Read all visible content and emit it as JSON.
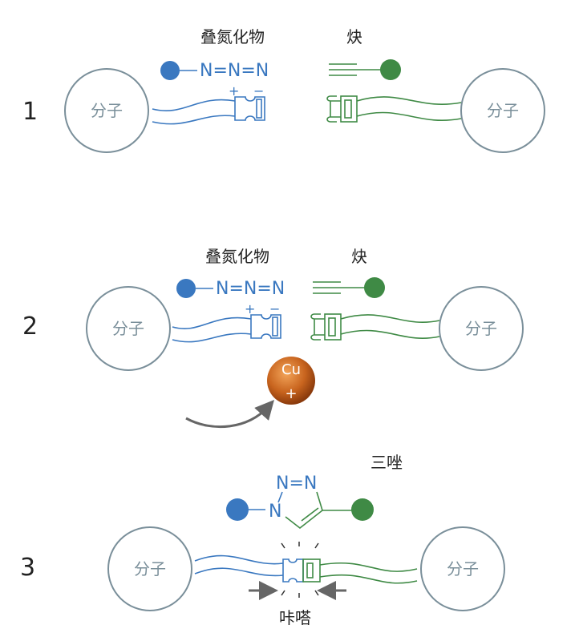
{
  "colors": {
    "azide": "#3a78c0",
    "alkyne": "#3f8a45",
    "molecule": "#7a8f9a",
    "copper": "#c8641e"
  },
  "steps": [
    {
      "number": "1",
      "azide_title": "叠氮化物",
      "alkyne_title": "炔",
      "azide_formula": "N=N=N",
      "plus": "+",
      "minus": "−",
      "left_molecule": "分子",
      "right_molecule": "分子"
    },
    {
      "number": "2",
      "azide_title": "叠氮化物",
      "alkyne_title": "炔",
      "azide_formula": "N=N=N",
      "plus": "+",
      "minus": "−",
      "left_molecule": "分子",
      "right_molecule": "分子",
      "catalyst": "Cu",
      "catalyst_charge": "+"
    },
    {
      "number": "3",
      "product_title": "三唑",
      "triazole_n_top": "N=N",
      "triazole_n": "N",
      "left_molecule": "分子",
      "right_molecule": "分子",
      "sound": "咔嗒"
    }
  ]
}
